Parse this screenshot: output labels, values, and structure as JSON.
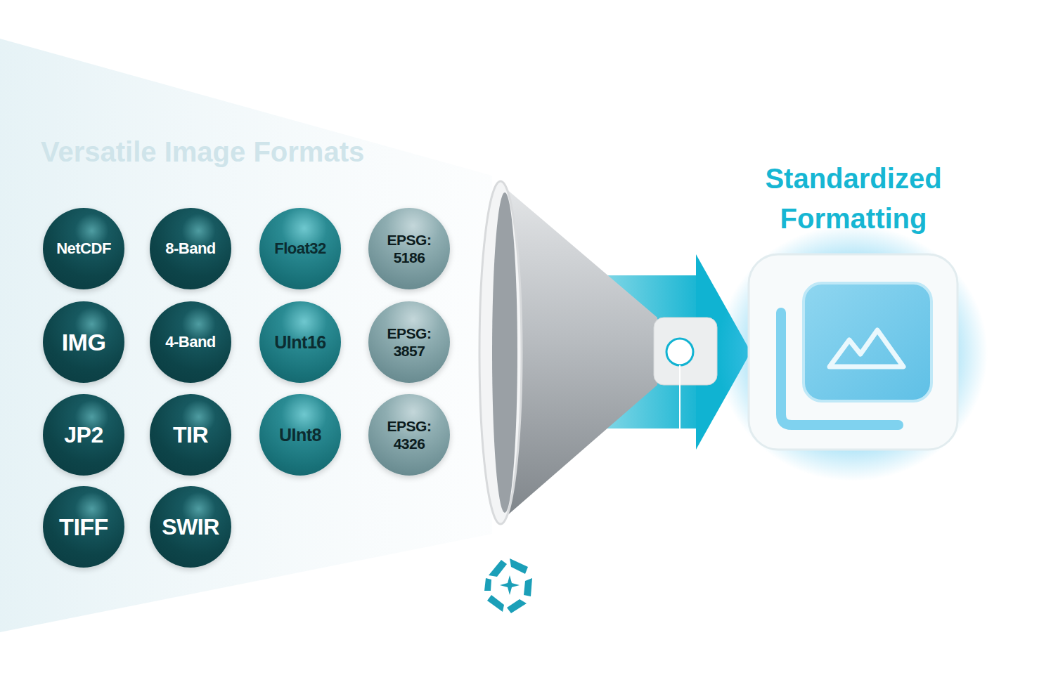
{
  "diagram": {
    "nodes": [
      {
        "text": [
          "NetCDF"
        ]
      },
      {
        "text": [
          "8-Band"
        ]
      },
      {
        "text": [
          "Float32"
        ]
      },
      {
        "text": [
          "EPSG: 5186"
        ]
      },
      {
        "text": [
          "IMG"
        ]
      },
      {
        "text": [
          "4-Band"
        ]
      },
      {
        "text": [
          "UInt16"
        ]
      },
      {
        "text": [
          "EPSG: 3857"
        ]
      },
      {
        "text": [
          "JP2"
        ]
      },
      {
        "text": [
          "TIR"
        ]
      },
      {
        "text": [
          "UInt8"
        ]
      },
      {
        "text": [
          "EPSG: 4326"
        ]
      },
      {
        "text": [
          "TIFF"
        ]
      },
      {
        "text": [
          "SWIR"
        ]
      },
      {
        "text": [
          "Standardized Formatting"
        ]
      }
    ],
    "labels": [
      "Versatile Image Formats"
    ]
  }
}
